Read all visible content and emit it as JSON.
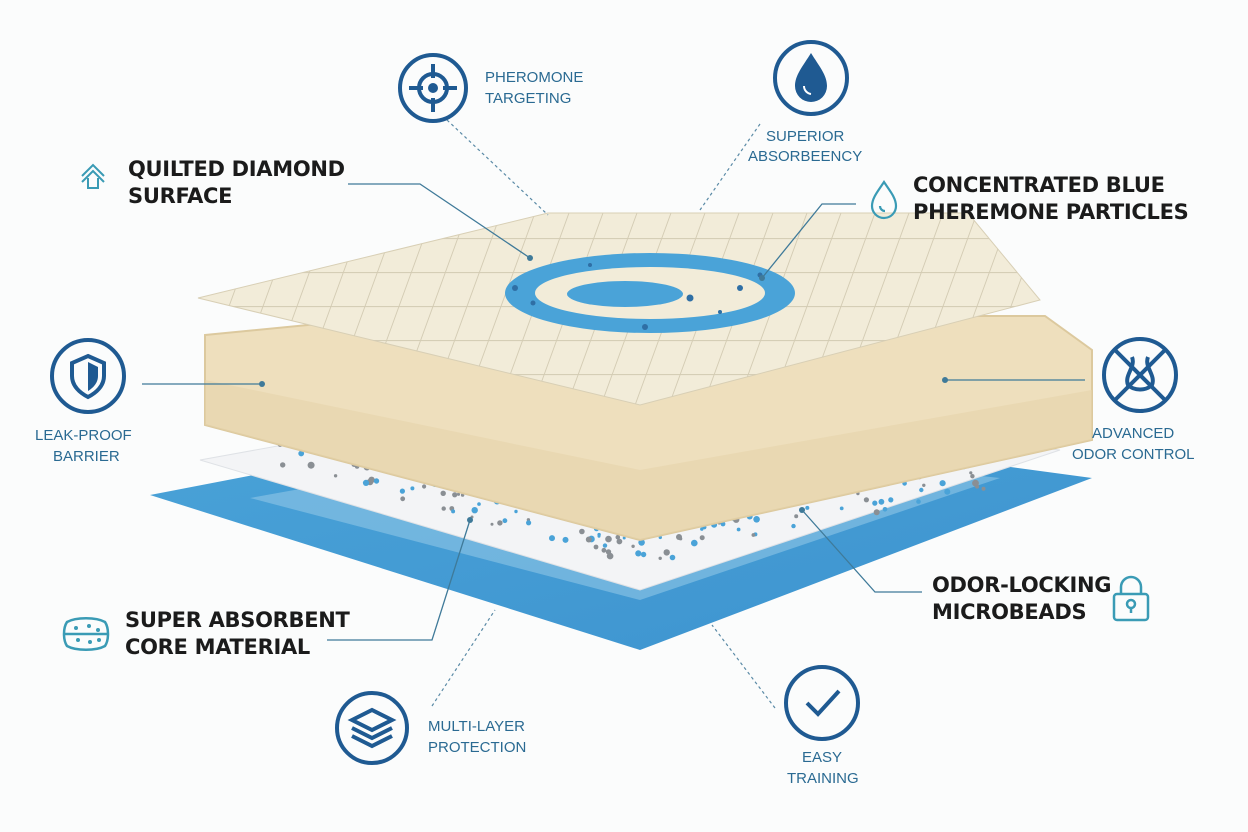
{
  "callouts": {
    "quilted_surface": {
      "line1": "QUILTED DIAMOND",
      "line2": "SURFACE",
      "icon": "double-arrow-up-icon"
    },
    "pheromone_targeting": {
      "line1": "PHEROMONE",
      "line2": "TARGETING",
      "icon": "target-icon"
    },
    "superior_absorbency": {
      "line1": "SUPERIOR",
      "line2": "ABSORBEENCY",
      "icon": "water-drop-icon"
    },
    "concentrated_particles": {
      "line1": "CONCENTRATED BLUE",
      "line2": "PHEREMONE PARTICLES",
      "icon": "drop-outline-icon"
    },
    "leak_proof": {
      "line1": "LEAK-PROOF",
      "line2": "BARRIER",
      "icon": "shield-icon"
    },
    "odor_control": {
      "line1": "ADVANCED",
      "line2": "ODOR CONTROL",
      "icon": "no-odor-icon"
    },
    "odor_locking": {
      "line1": "ODOR-LOCKING",
      "line2": "MICROBEADS",
      "icon": "padlock-icon"
    },
    "absorbent_core": {
      "line1": "SUPER ABSORBENT",
      "line2": "CORE MATERIAL",
      "icon": "sponge-icon"
    },
    "multi_layer": {
      "line1": "MULTI-LAYER",
      "line2": "PROTECTION",
      "icon": "layers-icon"
    },
    "easy_training": {
      "line1": "EASY",
      "line2": "TRAINING",
      "icon": "checkmark-icon"
    }
  },
  "colors": {
    "icon_blue": "#1f5a92",
    "accent_blue": "#4aa3d8",
    "foam": "#efe0bf",
    "label_blue": "#2a6a92"
  }
}
